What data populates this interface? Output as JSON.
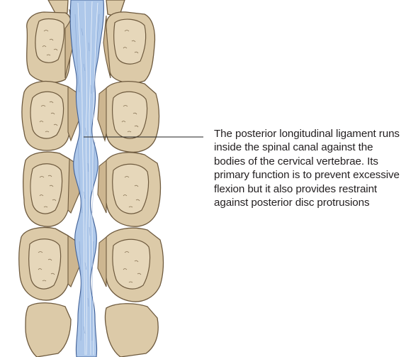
{
  "annotation": {
    "text": "The posterior longitudinal ligament runs inside the spinal canal against the bodies of the cervical vertebrae. Its primary function is to prevent excessive flexion but it also provides restraint against posterior disc protrusions"
  },
  "colors": {
    "bone_fill": "#dccaa8",
    "bone_outline": "#6e5a3e",
    "ligament_fill": "#aec8ea",
    "ligament_outline": "#3f5f95"
  },
  "figure": {
    "subject": "cervical spine posterior view",
    "ligament_icon": "posterior-longitudinal-ligament",
    "vertebra_count": 5
  }
}
